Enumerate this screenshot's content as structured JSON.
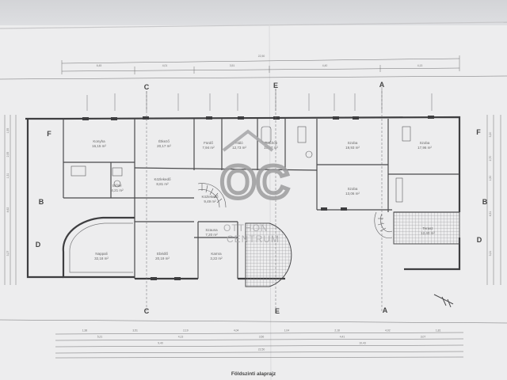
{
  "sheet": {
    "title": "Földszinti alaprajz",
    "section_letters": [
      "A",
      "A",
      "B",
      "B",
      "C",
      "C",
      "D",
      "D",
      "E",
      "E",
      "F",
      "F"
    ]
  },
  "watermark": {
    "logo_text": "OC",
    "line1": "OTTHON",
    "line2": "CENTRUM",
    "icon": "house-icon"
  },
  "rooms": [
    {
      "name": "Konyha",
      "area": "16,15 m²"
    },
    {
      "name": "Étkező",
      "area": "20,17 m²"
    },
    {
      "name": "Fürdő",
      "area": "7,94 m²"
    },
    {
      "name": "Háló",
      "area": "12,73 m²"
    },
    {
      "name": "Gardrób",
      "area": "10,07 m²"
    },
    {
      "name": "Szoba",
      "area": "19,93 m²"
    },
    {
      "name": "Szoba",
      "area": "17,96 m²"
    },
    {
      "name": "Szoba",
      "area": "13,06 m²"
    },
    {
      "name": "Közlekedő",
      "area": "8,81 m²"
    },
    {
      "name": "Nappali",
      "area": "32,18 m²"
    },
    {
      "name": "Ebédlő",
      "area": "20,19 m²"
    },
    {
      "name": "Közlekedő",
      "area": "9,49 m²"
    },
    {
      "name": "Kamra",
      "area": "3,22 m²"
    },
    {
      "name": "Szauna",
      "area": "7,20 m²"
    },
    {
      "name": "Előtér",
      "area": "4,21 m²"
    },
    {
      "name": "Terasz",
      "area": "12,40 m²"
    }
  ],
  "dimensions": {
    "top_overall": "22,50",
    "top_row": [
      "6,45",
      "4,01",
      "3,51",
      "4,40",
      "4,13"
    ],
    "bottom_rows": [
      [
        "1,38",
        "3,51",
        "2,19",
        "4,04",
        "1,04",
        "2,18",
        "4,02",
        "1,81"
      ],
      [
        "5,21",
        "4,13",
        "3,56",
        "4,41",
        "3,07"
      ],
      [
        "9,40",
        "10,43"
      ],
      [
        "22,50"
      ]
    ],
    "left_side": [
      "1,55",
      "2,55",
      "1,31",
      "4,62",
      "3,27"
    ],
    "right_side": [
      "3,20",
      "2,70",
      "1,50",
      "4,51",
      "3,21"
    ]
  }
}
